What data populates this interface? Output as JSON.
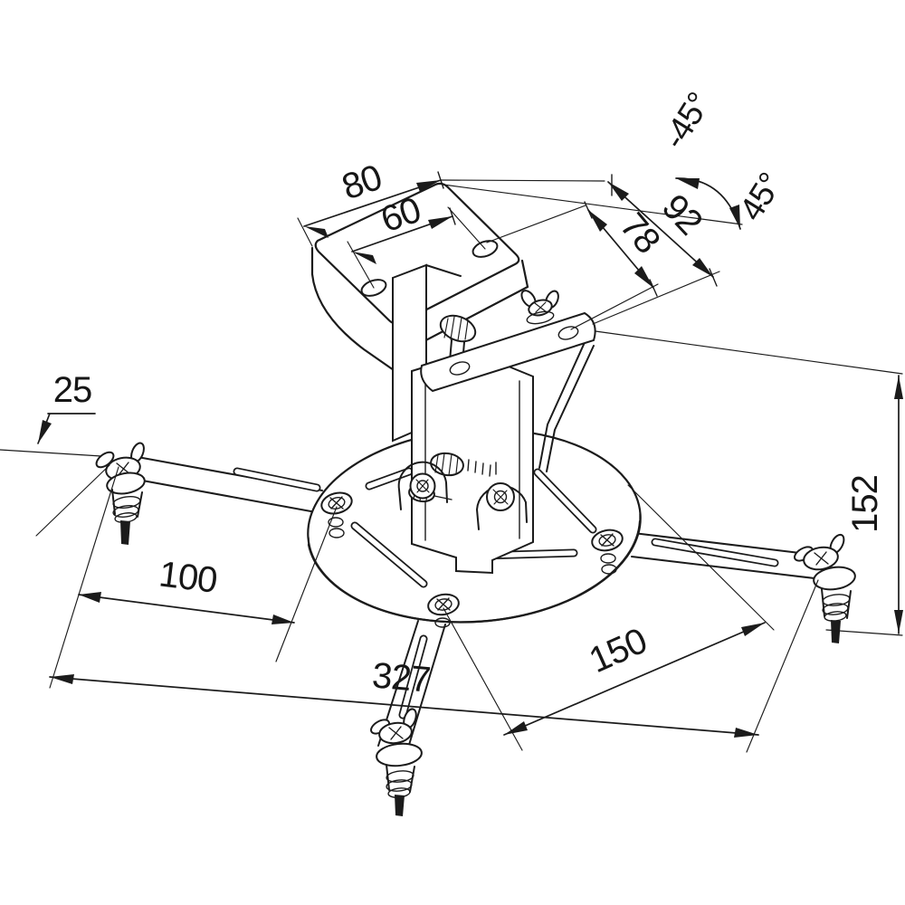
{
  "drawing": {
    "type": "technical-line-drawing",
    "subject": "projector-ceiling-mount-bracket",
    "background": "#ffffff",
    "line_color": "#1b1b1b",
    "dimensions": {
      "plate_length": {
        "label": "80"
      },
      "plate_hole_spacing": {
        "label": "60"
      },
      "bracket_length": {
        "label": "92"
      },
      "bracket_hole_spacing": {
        "label": "78"
      },
      "tilt_ccw": {
        "label": "-45°"
      },
      "tilt_cw": {
        "label": "45°"
      },
      "foot_offset": {
        "label": "25"
      },
      "arm_adjust_range": {
        "label": "100"
      },
      "overall_span": {
        "label": "327"
      },
      "foot_pitch": {
        "label": "150"
      },
      "overall_height": {
        "label": "152"
      }
    }
  }
}
